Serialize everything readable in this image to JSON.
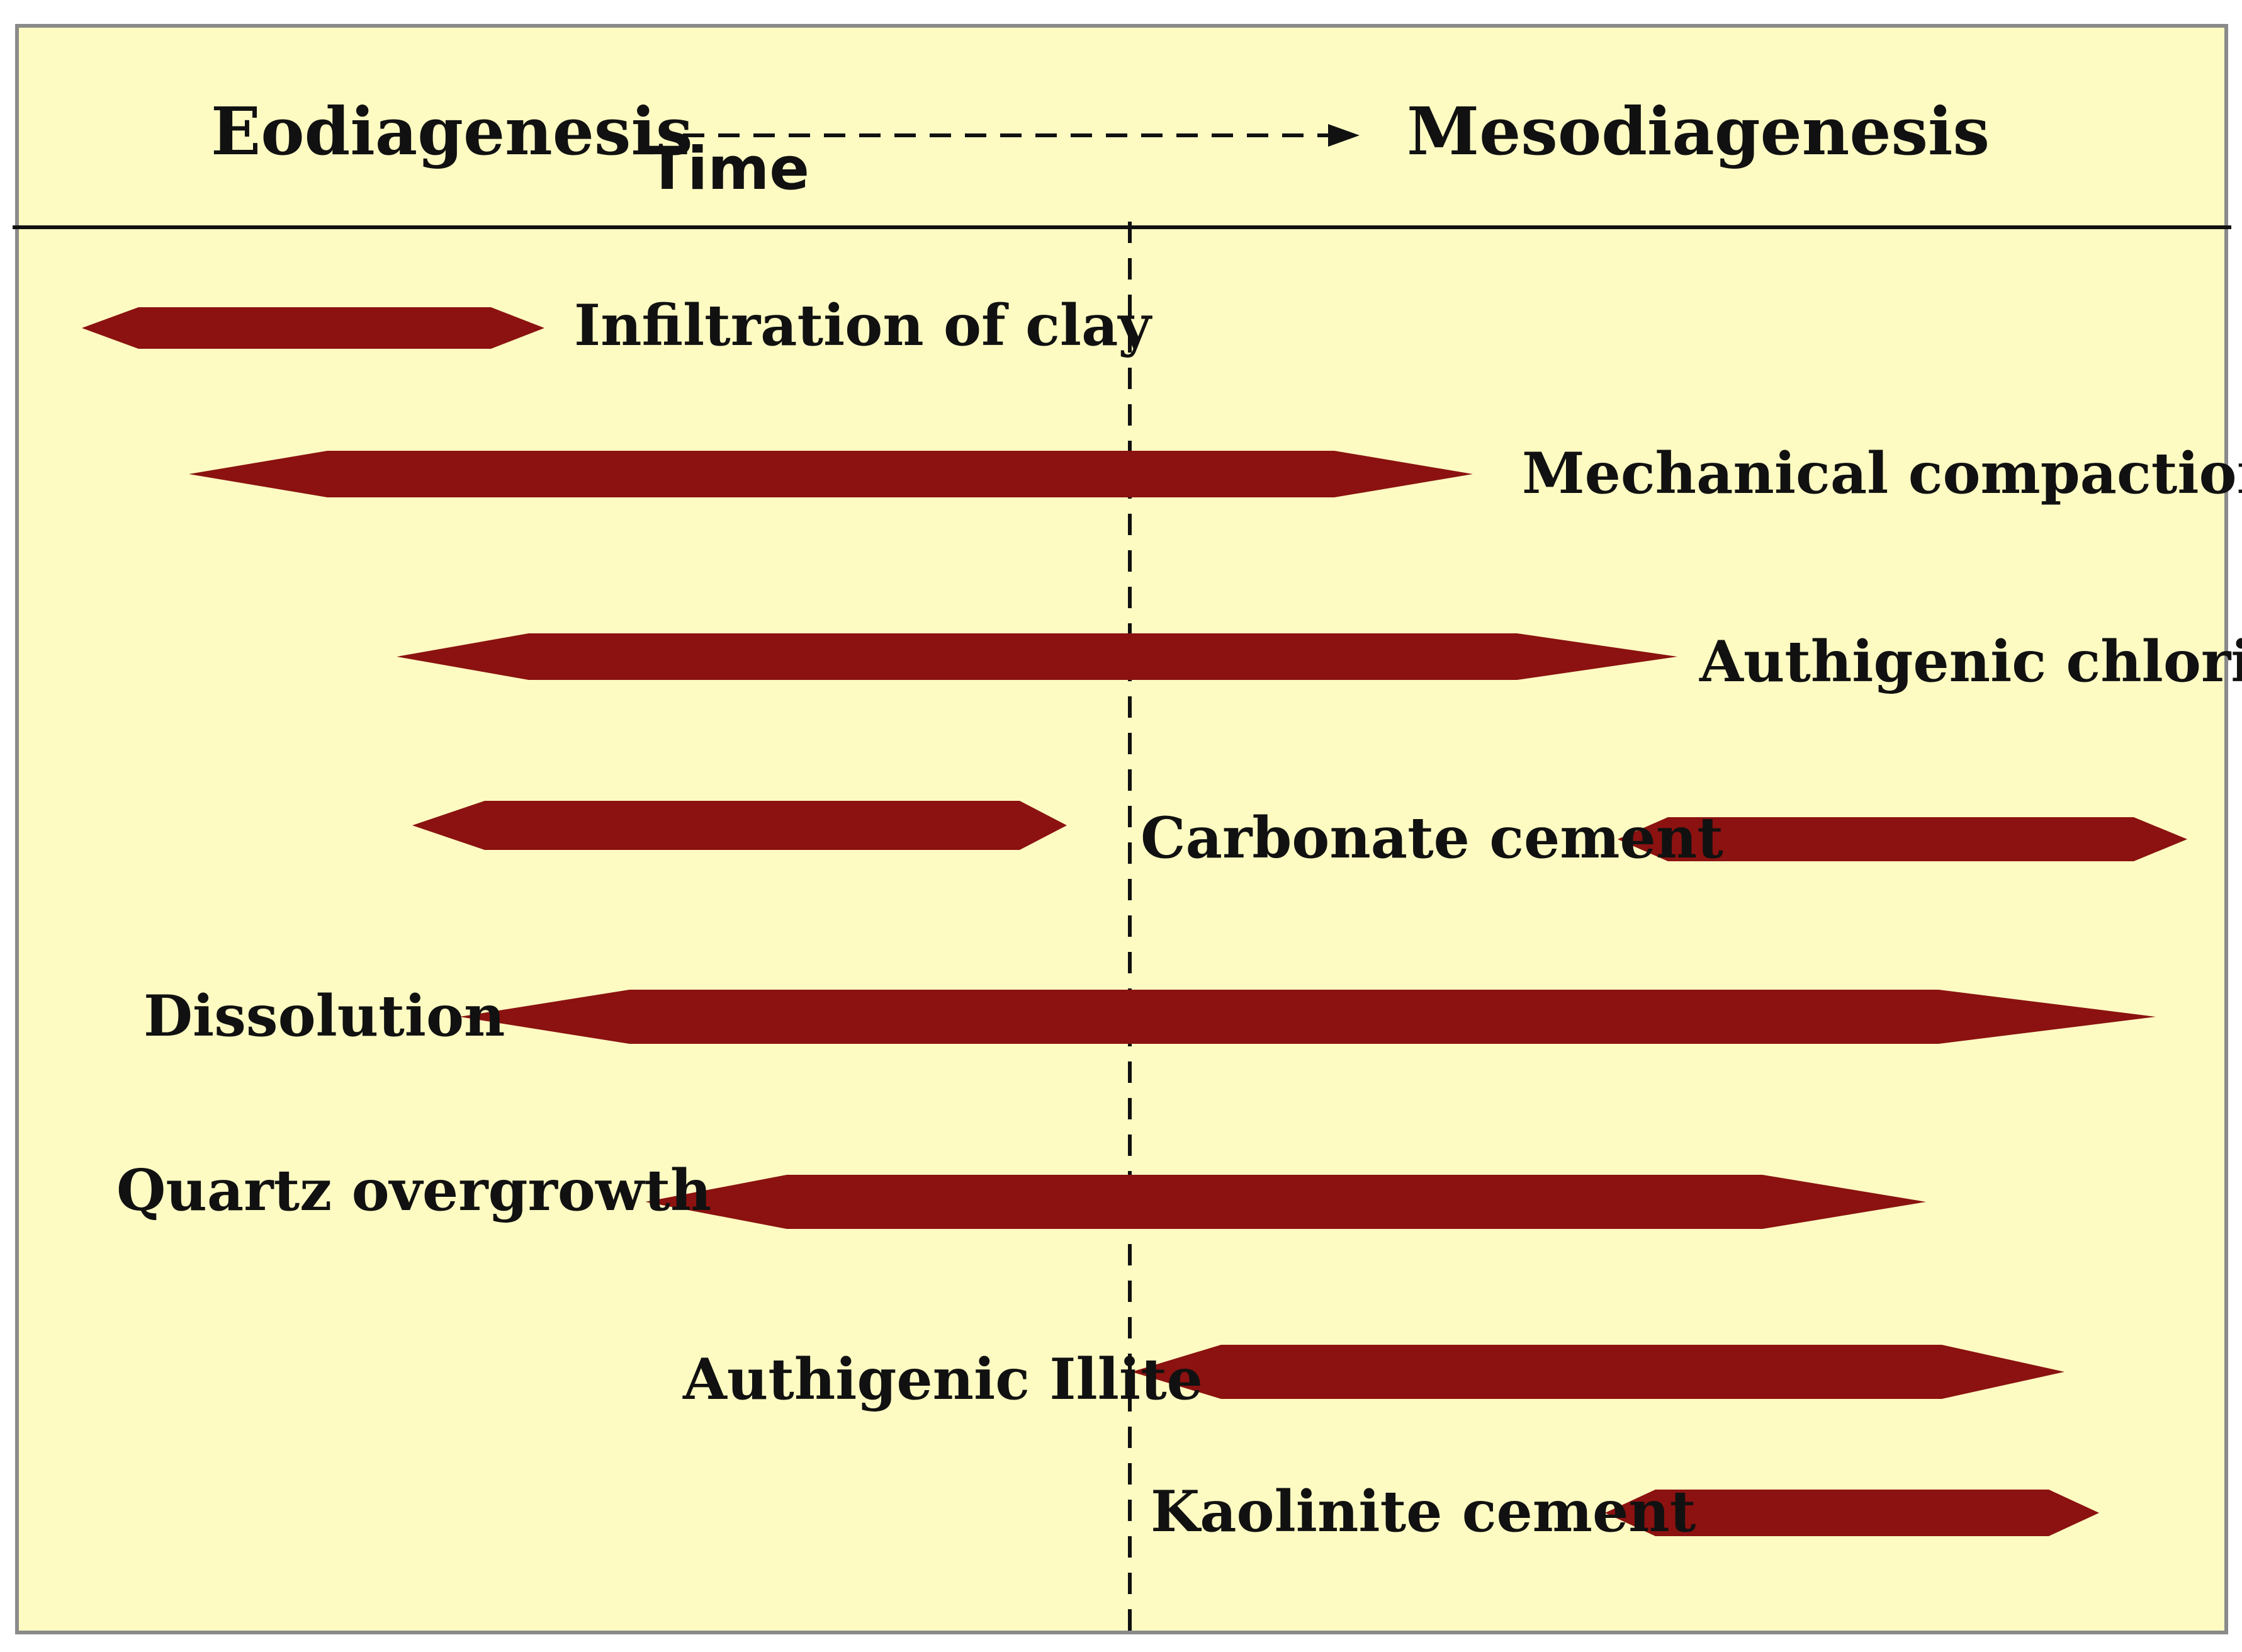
{
  "header": {
    "left_stage": "Eodiagenesis",
    "right_stage": "Mesodiagenesis",
    "axis_label": "Time"
  },
  "processes": [
    {
      "label": "Infiltration of clay"
    },
    {
      "label": "Mechanical compaction"
    },
    {
      "label": "Authigenic chlorite"
    },
    {
      "label": "Carbonate cement"
    },
    {
      "label": "Dissolution"
    },
    {
      "label": "Quartz overgrowth"
    },
    {
      "label": "Authigenic Illite"
    },
    {
      "label": "Kaolinite cement"
    }
  ],
  "colors": {
    "background": "#fdfbc2",
    "bar_fill": "#8b1210",
    "frame": "#8a8a8a",
    "line": "#111111"
  }
}
